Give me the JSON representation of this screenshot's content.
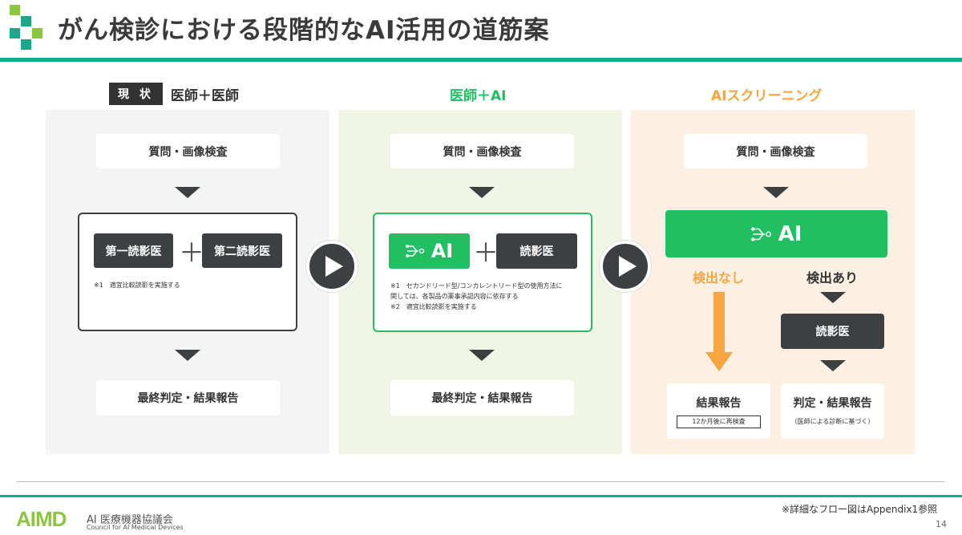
{
  "title": "がん検診における段階的なAI活用の道筋案",
  "colors": {
    "accent_teal": "#1ba88a",
    "green": "#1fbf62",
    "orange": "#f5a640",
    "dark": "#3d4043"
  },
  "col1": {
    "badge": "現 状",
    "heading": "医師＋医師",
    "top_box": "質問・画像検査",
    "reader1": "第一読影医",
    "plus": "＋",
    "reader2": "第二読影医",
    "note": "※1　適宜比較読影を実施する",
    "bottom_box": "最終判定・結果報告"
  },
  "col2": {
    "heading": "医師＋AI",
    "top_box": "質問・画像検査",
    "ai_label": "AI",
    "plus": "＋",
    "reader": "読影医",
    "note1a": "※1　セカンドリード型/コンカレントリード型の使用方法に",
    "note1b": "関しては、各製品の薬事承認内容に依存する",
    "note2": "※2　適宜比較読影を実施する",
    "bottom_box": "最終判定・結果報告"
  },
  "col3": {
    "heading": "AIスクリーニング",
    "top_box": "質問・画像検査",
    "ai_label": "AI",
    "no_detect": "検出なし",
    "detect": "検出あり",
    "reader": "読影医",
    "result_title": "結果報告",
    "result_sub": "12か月後に再検査",
    "judge_title": "判定・結果報告",
    "judge_sub": "（医師による診断に基づく）"
  },
  "footer": {
    "note": "※詳細なフロー図はAppendix1参照",
    "page": "14",
    "org_mark": "AIMD",
    "org_name": "AI 医療機器協議会",
    "org_sub": "Council for AI Medical Devices"
  }
}
